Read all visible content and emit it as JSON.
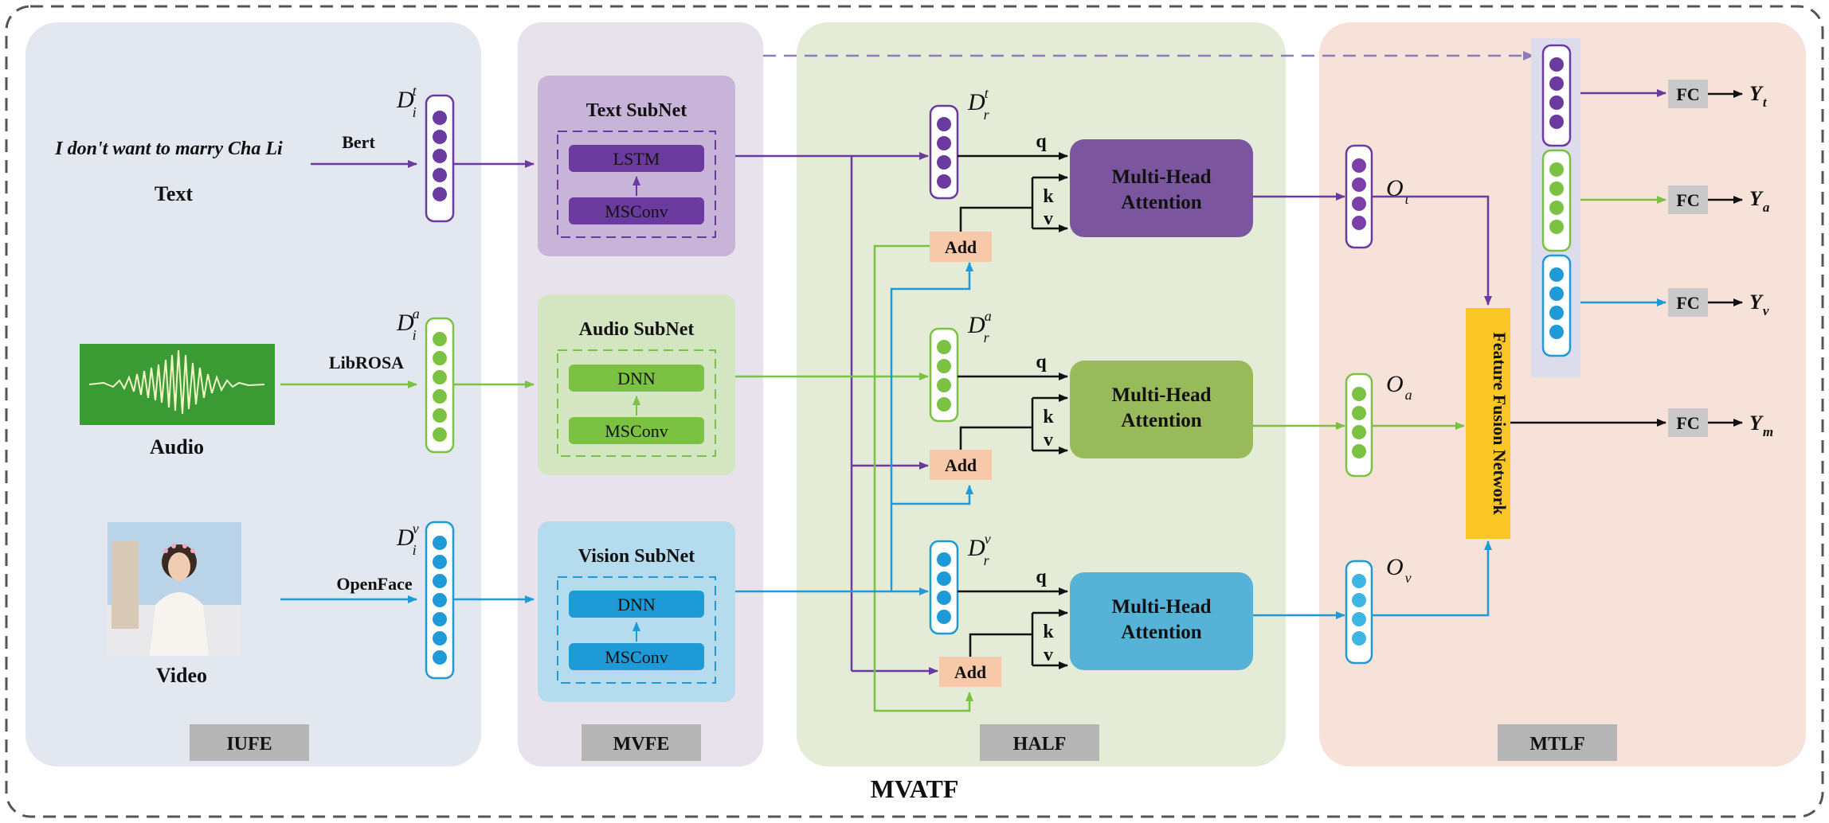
{
  "sections": {
    "iufe": "IUFE",
    "mvfe": "MVFE",
    "half": "HALF",
    "mtlf": "MTLF",
    "framework": "MVATF"
  },
  "inputs": {
    "text_sample": "I don't want to marry Cha Li",
    "text_label": "Text",
    "audio_label": "Audio",
    "video_label": "Video",
    "bert": "Bert",
    "librosa": "LibROSA",
    "openface": "OpenFace"
  },
  "feature_labels": {
    "d_i_base": "D",
    "d_i_sub": "i",
    "d_r_sub": "r",
    "sup_t": "t",
    "sup_a": "a",
    "sup_v": "v"
  },
  "subnets": {
    "text_title": "Text SubNet",
    "text_top": "LSTM",
    "text_bottom": "MSConv",
    "audio_title": "Audio  SubNet",
    "audio_top": "DNN",
    "audio_bottom": "MSConv",
    "vision_title": "Vision SubNet",
    "vision_top": "DNN",
    "vision_bottom": "MSConv"
  },
  "half": {
    "mha_line1": "Multi-Head",
    "mha_line2": "Attention",
    "q": "q",
    "k": "k",
    "v": "v",
    "add": "Add"
  },
  "mtlf": {
    "o_base": "O",
    "o_t_sub": "t",
    "o_a_sub": "a",
    "o_v_sub": "v",
    "ffn": "Feature Fusion Network",
    "fc": "FC",
    "y_base": "Y",
    "y_t_sub": "t",
    "y_a_sub": "a",
    "y_v_sub": "v",
    "y_m_sub": "m"
  },
  "colors": {
    "text_purple": "#6b3a9e",
    "audio_green": "#7bc243",
    "vision_blue": "#1e9bd7",
    "iufe_bg": "#e3e7f0",
    "mvfe_bg": "#e8e2ec",
    "half_bg": "#e4ebd6",
    "mtlf_bg": "#f6e2d8",
    "add_bg": "#f8c9a8",
    "ffn_yellow": "#f9c626",
    "label_gray": "#b5b5b5"
  }
}
